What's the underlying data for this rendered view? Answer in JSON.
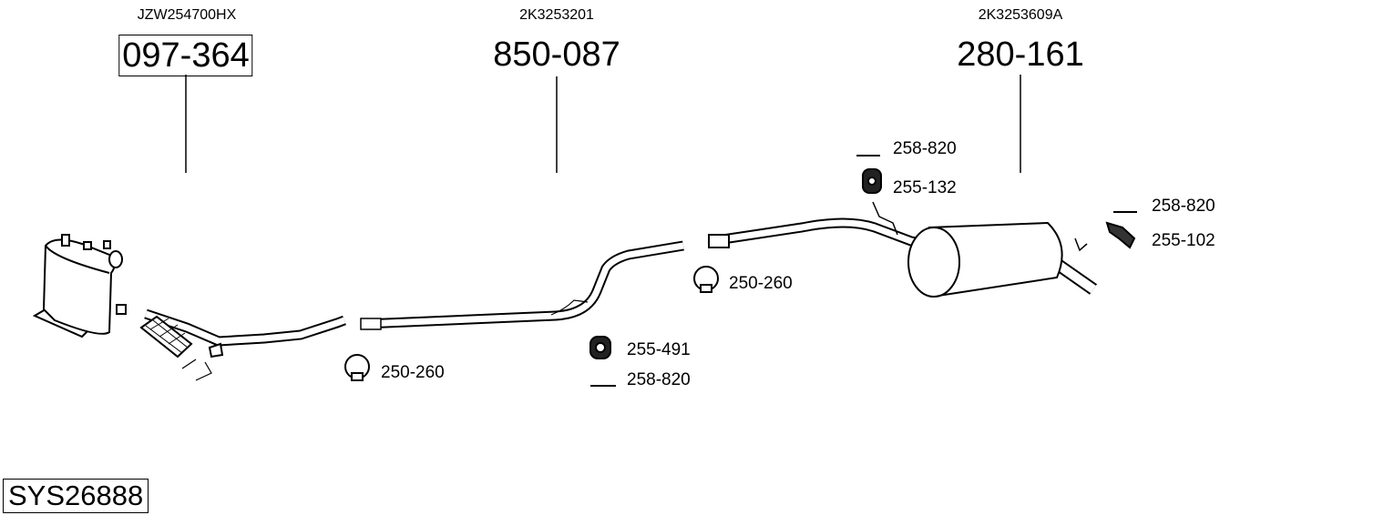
{
  "parts": [
    {
      "oe_number": "JZW254700HX",
      "part_number": "097-364",
      "boxed": true
    },
    {
      "oe_number": "2K3253201",
      "part_number": "850-087",
      "boxed": false
    },
    {
      "oe_number": "2K3253609A",
      "part_number": "280-161",
      "boxed": false
    }
  ],
  "accessories": [
    {
      "label": "250-260",
      "icon": "clamp-icon"
    },
    {
      "label": "255-491",
      "icon": "rubber-mount-icon"
    },
    {
      "label": "258-820",
      "icon": "bolt-icon"
    },
    {
      "label": "250-260",
      "icon": "clamp-icon"
    },
    {
      "label": "258-820",
      "icon": "bolt-icon"
    },
    {
      "label": "255-132",
      "icon": "rubber-mount-icon"
    },
    {
      "label": "258-820",
      "icon": "bolt-icon"
    },
    {
      "label": "255-102",
      "icon": "bracket-icon"
    }
  ],
  "system_number": "SYS26888"
}
